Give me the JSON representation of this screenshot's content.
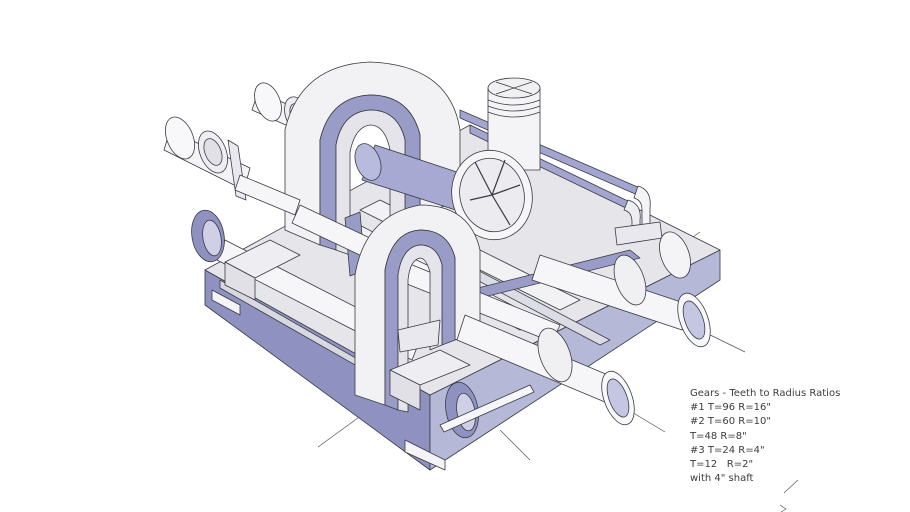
{
  "scene": {
    "type": "3d-model-view",
    "subject": "gear-driven machine with capstan spools",
    "colors": {
      "background": "#ffffff",
      "face_light": "#f0f0f2",
      "face_mid": "#dcdce2",
      "face_blue": "#9a9cc8",
      "face_blue_dark": "#7f82b4",
      "edge": "#3a3a44",
      "axis_line": "#555555"
    }
  },
  "annotation": {
    "lines": [
      "Gears - Teeth to Radius Ratios",
      "#1 T=96 R=16\"",
      "#2 T=60 R=10\"",
      "T=48 R=8\"",
      "#3 T=24 R=4\"",
      "T=12   R=2\"",
      "with 4\" shaft"
    ]
  }
}
